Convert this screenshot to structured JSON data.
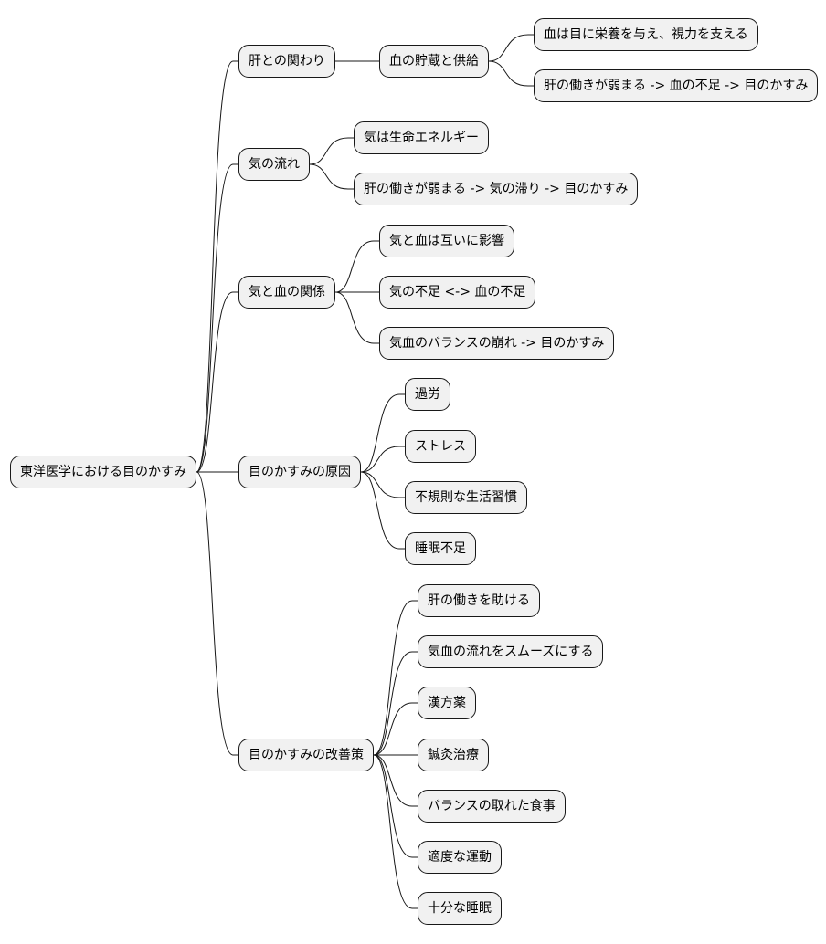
{
  "mindmap": {
    "root": {
      "label": "東洋医学における目のかすみ",
      "children": [
        {
          "label": "肝との関わり",
          "children": [
            {
              "label": "血の貯蔵と供給",
              "children": [
                {
                  "label": "血は目に栄養を与え、視力を支える"
                },
                {
                  "label": "肝の働きが弱まる -> 血の不足 -> 目のかすみ"
                }
              ]
            }
          ]
        },
        {
          "label": "気の流れ",
          "children": [
            {
              "label": "気は生命エネルギー"
            },
            {
              "label": "肝の働きが弱まる -> 気の滞り -> 目のかすみ"
            }
          ]
        },
        {
          "label": "気と血の関係",
          "children": [
            {
              "label": "気と血は互いに影響"
            },
            {
              "label": "気の不足 <-> 血の不足"
            },
            {
              "label": "気血のバランスの崩れ -> 目のかすみ"
            }
          ]
        },
        {
          "label": "目のかすみの原因",
          "children": [
            {
              "label": "過労"
            },
            {
              "label": "ストレス"
            },
            {
              "label": "不規則な生活習慣"
            },
            {
              "label": "睡眠不足"
            }
          ]
        },
        {
          "label": "目のかすみの改善策",
          "children": [
            {
              "label": "肝の働きを助ける"
            },
            {
              "label": "気血の流れをスムーズにする"
            },
            {
              "label": "漢方薬"
            },
            {
              "label": "鍼灸治療"
            },
            {
              "label": "バランスの取れた食事"
            },
            {
              "label": "適度な運動"
            },
            {
              "label": "十分な睡眠"
            }
          ]
        }
      ]
    }
  }
}
